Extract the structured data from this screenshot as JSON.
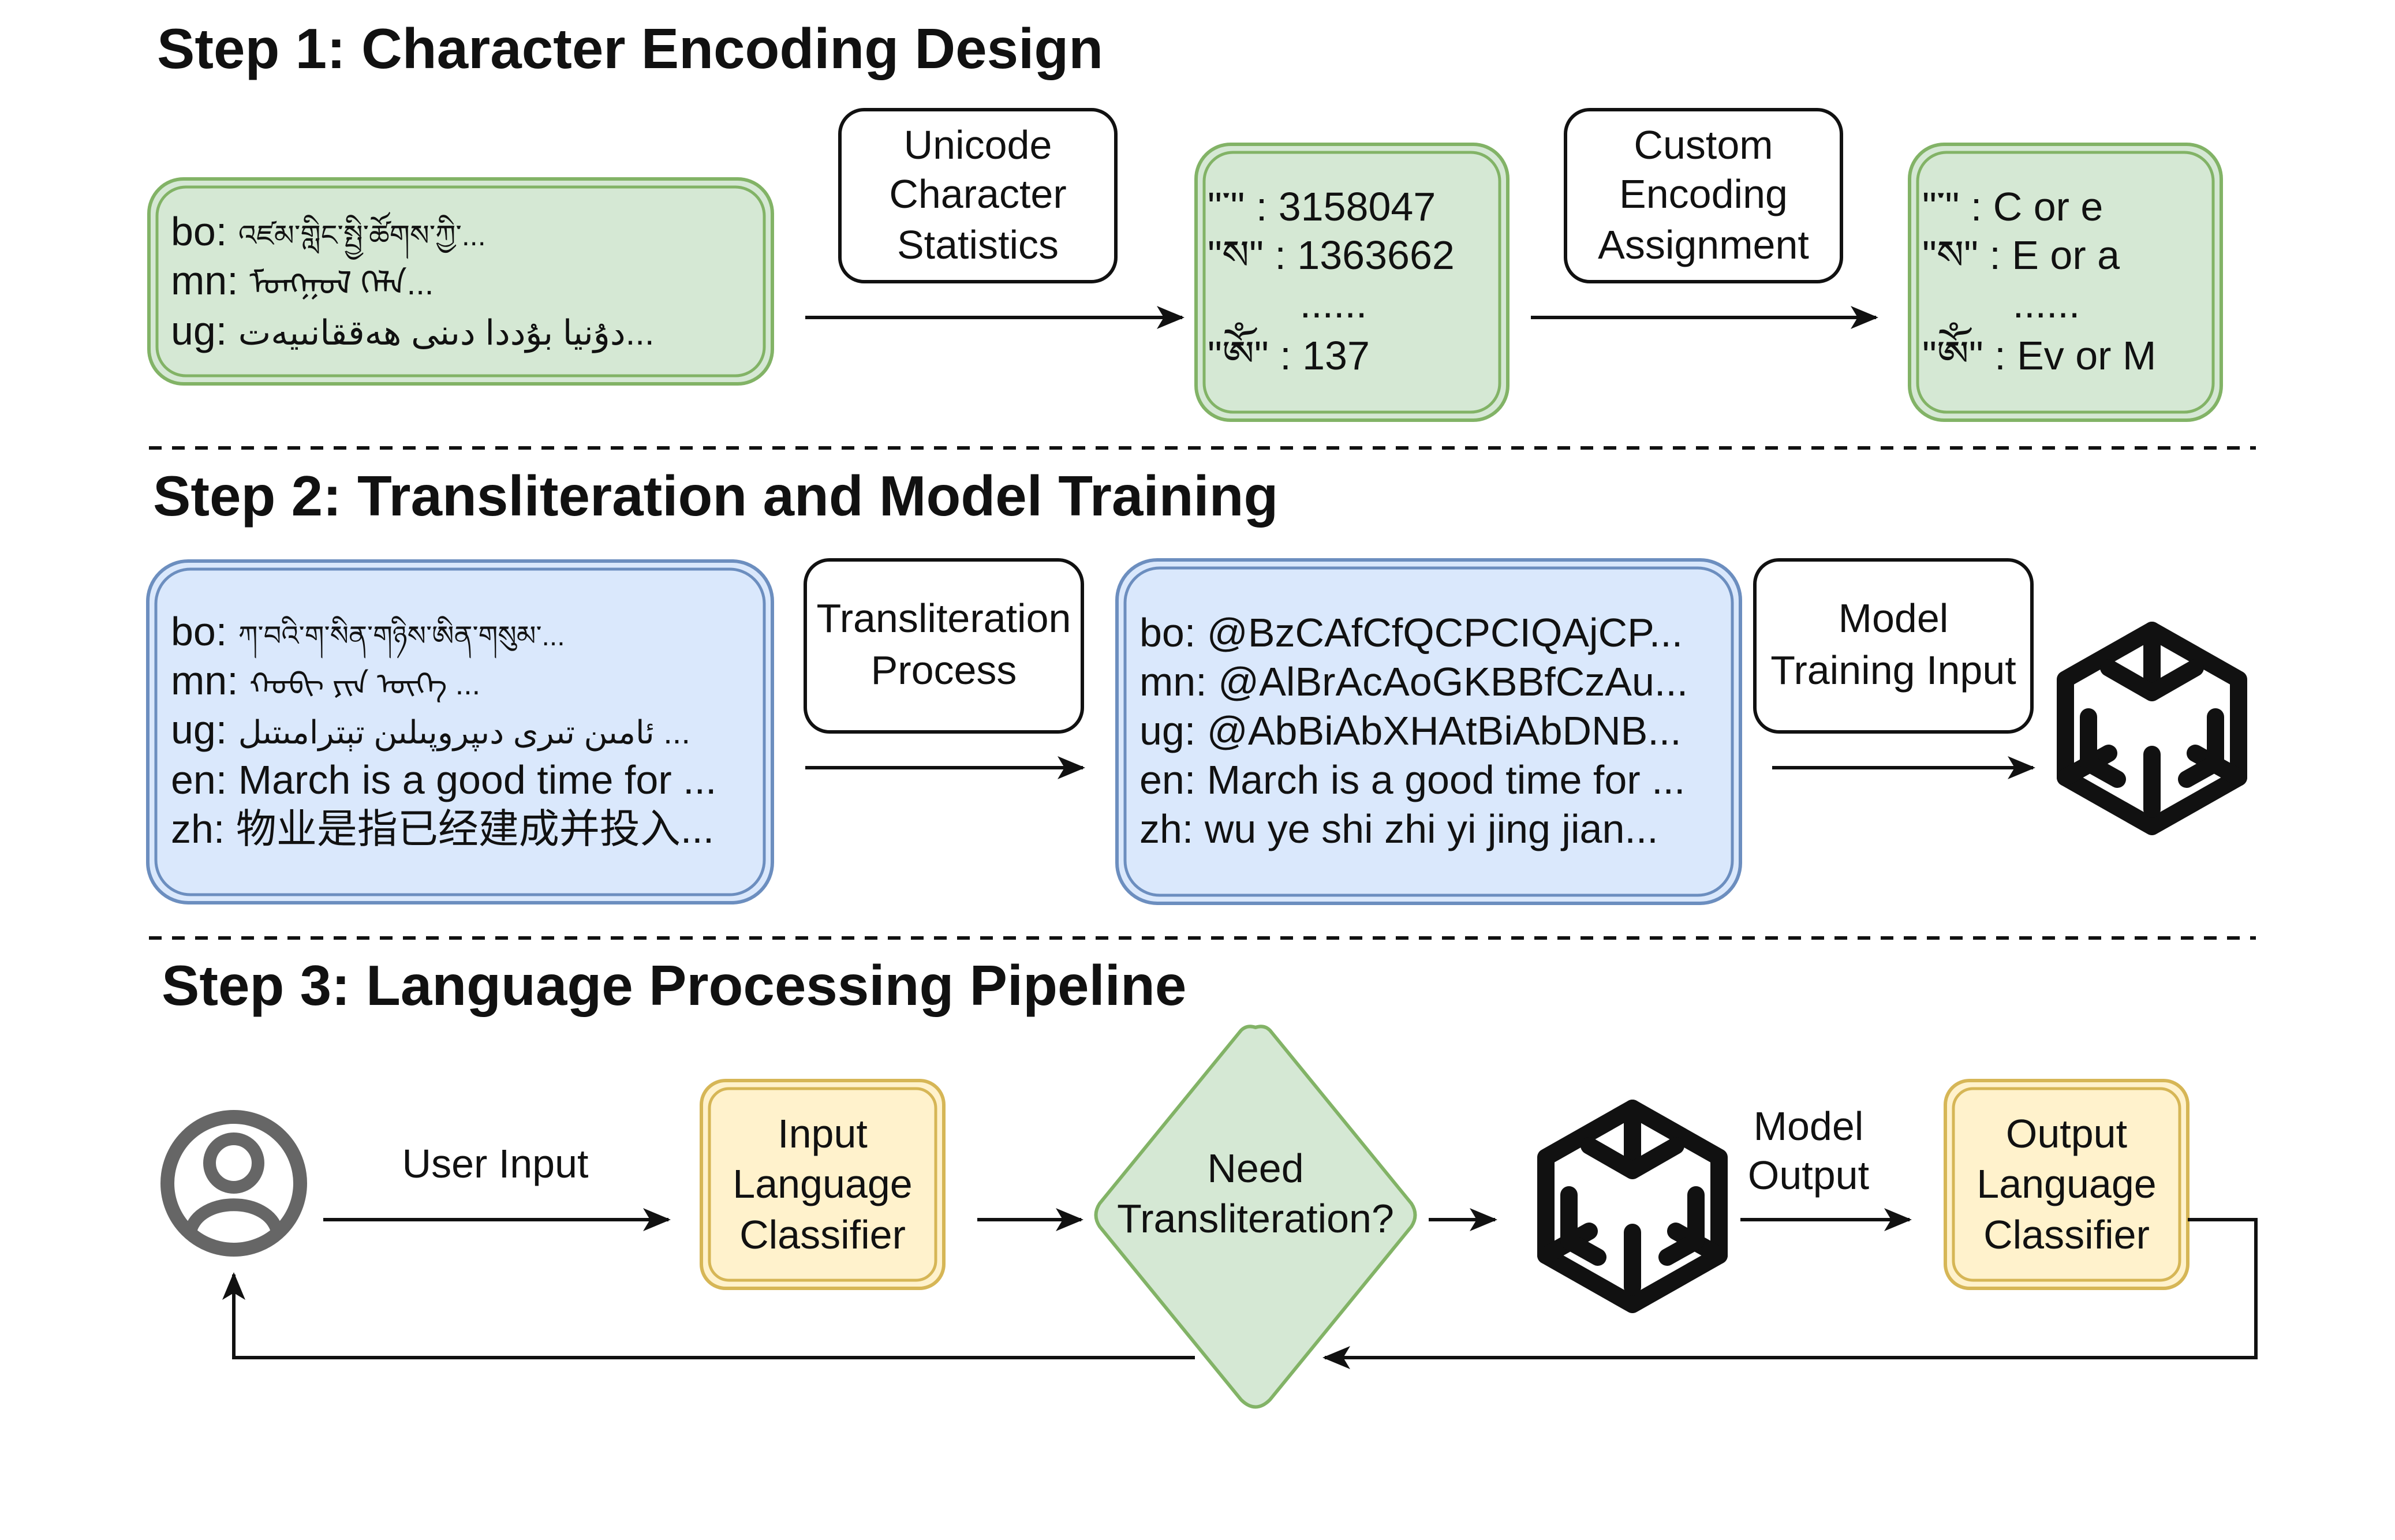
{
  "step1": {
    "title": "Step 1: Character Encoding Design",
    "samples": [
      {
        "code": "bo:",
        "text": "འཛམ་གླིང་སྤྱི་ཚོགས་ཀྱི་..."
      },
      {
        "code": "mn:",
        "text": "ᠮᠣᠩᠭᠣᠯ ᠬᠡᠯᠡ..."
      },
      {
        "code": "ug:",
        "text": "دۇنيا بۇددا دىنى ھەققانىيەت..."
      }
    ],
    "process1": [
      "Unicode",
      "Character",
      "Statistics"
    ],
    "stats": [
      "\"་\" : 3158047",
      "\"ས\" : 1363662",
      "......",
      "\"ༀ\" : 137"
    ],
    "process2": [
      "Custom",
      "Encoding",
      "Assignment"
    ],
    "encodings": [
      "\"་\" : C  or  e",
      "\"ས\" : E  or  a",
      "......",
      "\"ༀ\" : Ev  or  M"
    ]
  },
  "step2": {
    "title": "Step 2: Transliteration and Model Training",
    "inputs": [
      {
        "code": "bo:",
        "text": "ཀ་བའི་ག་སིན་གཉིས་ཨིན་གསུམ་...",
        "tone": "script"
      },
      {
        "code": "mn:",
        "text": "ᠬᠤᠪᠢ ᠶᠢᠨ ᠦᠭᠡ ...",
        "tone": "script"
      },
      {
        "code": "ug:",
        "text": "ئامىن تىرى دىپروپىلىن تېترامىتىل ...",
        "tone": "script"
      },
      {
        "code": "en:",
        "text": "March is a good time for ...",
        "tone": "plain"
      },
      {
        "code": "zh:",
        "text": "物业是指已经建成并投入...",
        "tone": "plain"
      }
    ],
    "process1": [
      "Transliteration",
      "Process"
    ],
    "outputs": [
      {
        "code": "bo:",
        "text": "@BzCAfCfQCPCIQAjCP..."
      },
      {
        "code": "mn:",
        "text": "@AlBrAcAoGKBBfCzAu..."
      },
      {
        "code": "ug:",
        "text": "@AbBiAbXHAtBiAbDNB..."
      },
      {
        "code": "en:",
        "text": "March is a good time for ..."
      },
      {
        "code": "zh:",
        "text": "wu ye shi zhi yi jing jian..."
      }
    ],
    "process2": [
      "Model",
      "Training Input"
    ],
    "model_icon": "model-cube-icon"
  },
  "step3": {
    "title": "Step 3: Language Processing Pipeline",
    "user_icon": "user-icon",
    "user_input_label": "User Input",
    "input_classifier": [
      "Input",
      "Language",
      "Classifier"
    ],
    "decision": [
      "Need",
      "Transliteration?"
    ],
    "model_icon": "model-cube-icon",
    "model_output_label": [
      "Model",
      "Output"
    ],
    "output_classifier": [
      "Output",
      "Language",
      "Classifier"
    ]
  },
  "colors": {
    "green_fill": "#d5e8d4",
    "green_stroke": "#82b366",
    "blue_fill": "#dae8fc",
    "blue_stroke": "#6c8ebf",
    "yellow_fill": "#fff2cc",
    "yellow_stroke": "#d6b656",
    "icon_gray": "#666666",
    "ink": "#111111"
  }
}
